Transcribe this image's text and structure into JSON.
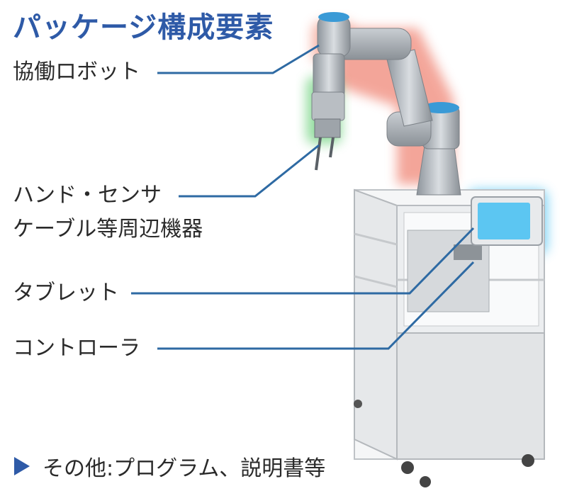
{
  "title": "パッケージ構成要素",
  "labels": {
    "robot": "協働ロボット",
    "hand_line1": "ハンド・センサ",
    "hand_line2": "ケーブル等周辺機器",
    "tablet": "タブレット",
    "controller": "コントローラ"
  },
  "footer": "その他:プログラム、説明書等",
  "colors": {
    "title": "#2e5aa7",
    "leader_line": "#2e6aa3",
    "robot_glow": "#f07a6a",
    "hand_glow": "#58c46a",
    "tablet_glow": "#4cc4f0"
  }
}
